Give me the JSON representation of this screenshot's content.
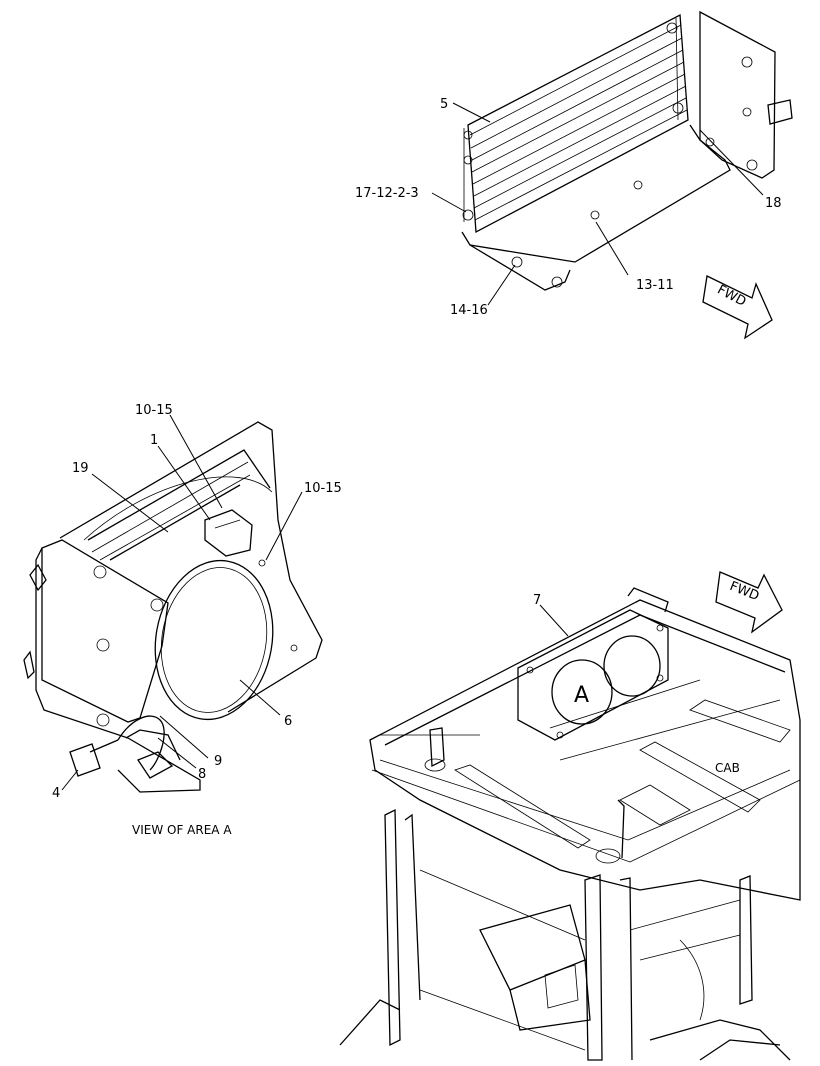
{
  "callouts": {
    "c5": "5",
    "c17_12_2_3": "17-12-2-3",
    "c18": "18",
    "c13_11": "13-11",
    "c14_16": "14-16",
    "c10_15_top": "10-15",
    "c1": "1",
    "c19": "19",
    "c10_15_right": "10-15",
    "c6": "6",
    "c9": "9",
    "c8": "8",
    "c4": "4",
    "c7": "7"
  },
  "fwd_arrow_top": "FWD",
  "fwd_arrow_bottom": "FWD",
  "view_label": "VIEW OF AREA A",
  "area_marker": "A",
  "cab_label": "CAB"
}
